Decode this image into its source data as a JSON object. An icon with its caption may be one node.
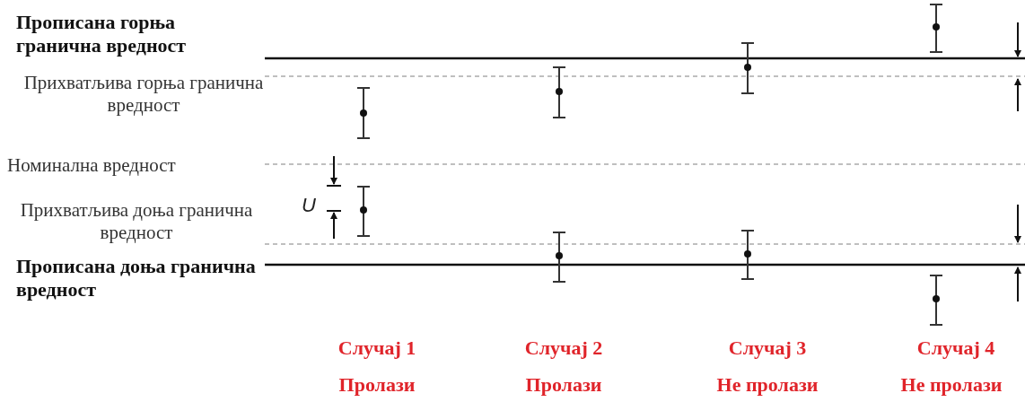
{
  "diagram": {
    "labels": [
      "Прописана горња гранична вредност",
      "Прихватљива горња гранична вредност",
      "Номинална вредност",
      "U",
      "Прихватљива доња гранична вредност",
      "Прописана доња гранична вредност",
      "Случај 1",
      "Случај 2",
      "Случај 3",
      "Случај 4",
      "Пролази",
      "Пролази",
      "Не пролази",
      "Не пролази"
    ]
  }
}
